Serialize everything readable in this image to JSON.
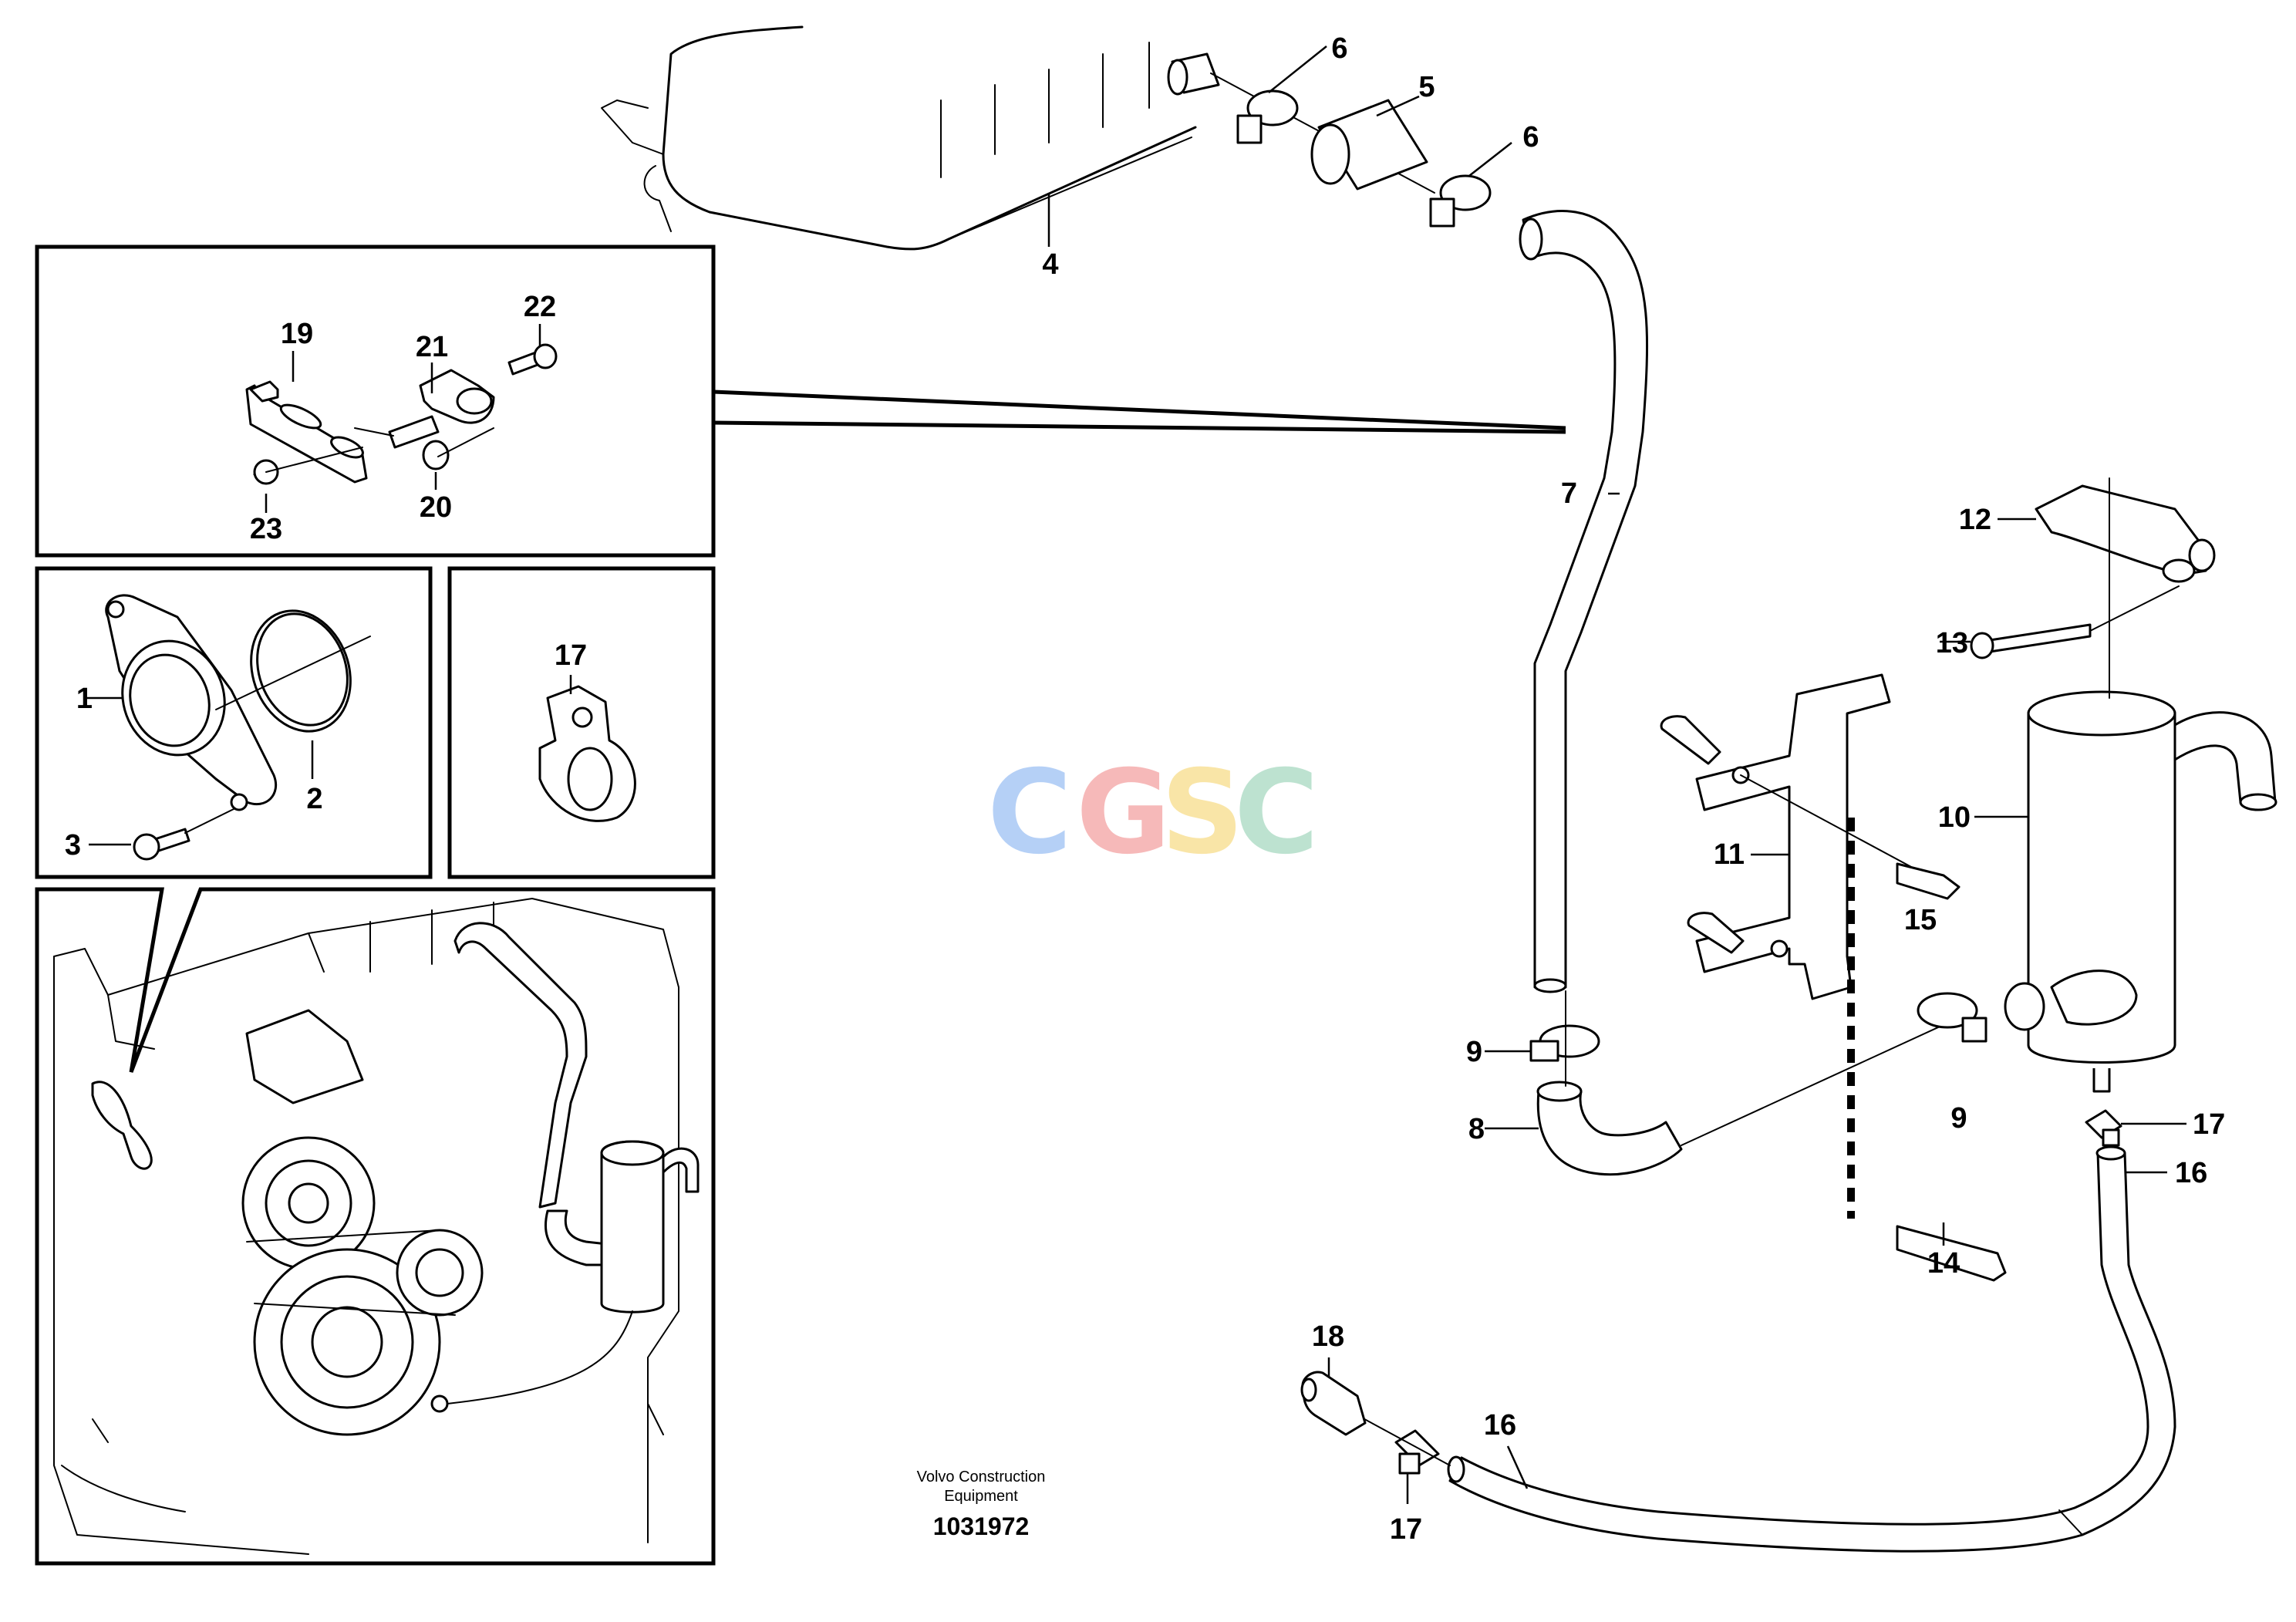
{
  "callouts": {
    "c1": "1",
    "c2": "2",
    "c3": "3",
    "c4": "4",
    "c5": "5",
    "c6a": "6",
    "c6b": "6",
    "c7": "7",
    "c8": "8",
    "c9a": "9",
    "c9b": "9",
    "c10": "10",
    "c11": "11",
    "c12": "12",
    "c13": "13",
    "c14": "14",
    "c15": "15",
    "c16a": "16",
    "c16b": "16",
    "c17a": "17",
    "c17b": "17",
    "c17c": "17",
    "c18": "18",
    "c19": "19",
    "c20": "20",
    "c21": "21",
    "c22": "22",
    "c23": "23"
  },
  "footer": {
    "line1": "Volvo Construction",
    "line2": "Equipment",
    "drawing_number": "1031972"
  },
  "watermark": {
    "letters": [
      "C",
      "G",
      "S",
      "C"
    ],
    "colors": [
      "#7aaaf0",
      "#f08080",
      "#f5d060",
      "#88ccaa"
    ]
  }
}
